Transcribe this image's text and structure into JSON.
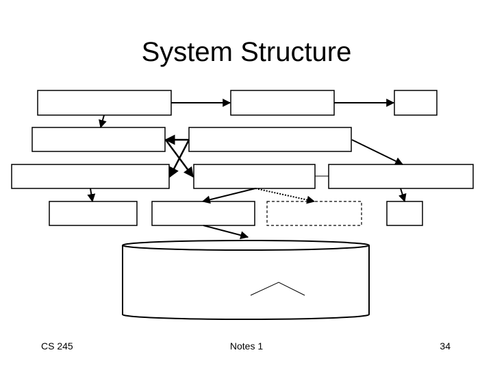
{
  "slide": {
    "title": "System Structure"
  },
  "footer": {
    "course": "CS 245",
    "notes": "Notes 1",
    "page_number": "34"
  },
  "colors": {
    "stroke": "#000000",
    "background": "#ffffff"
  }
}
